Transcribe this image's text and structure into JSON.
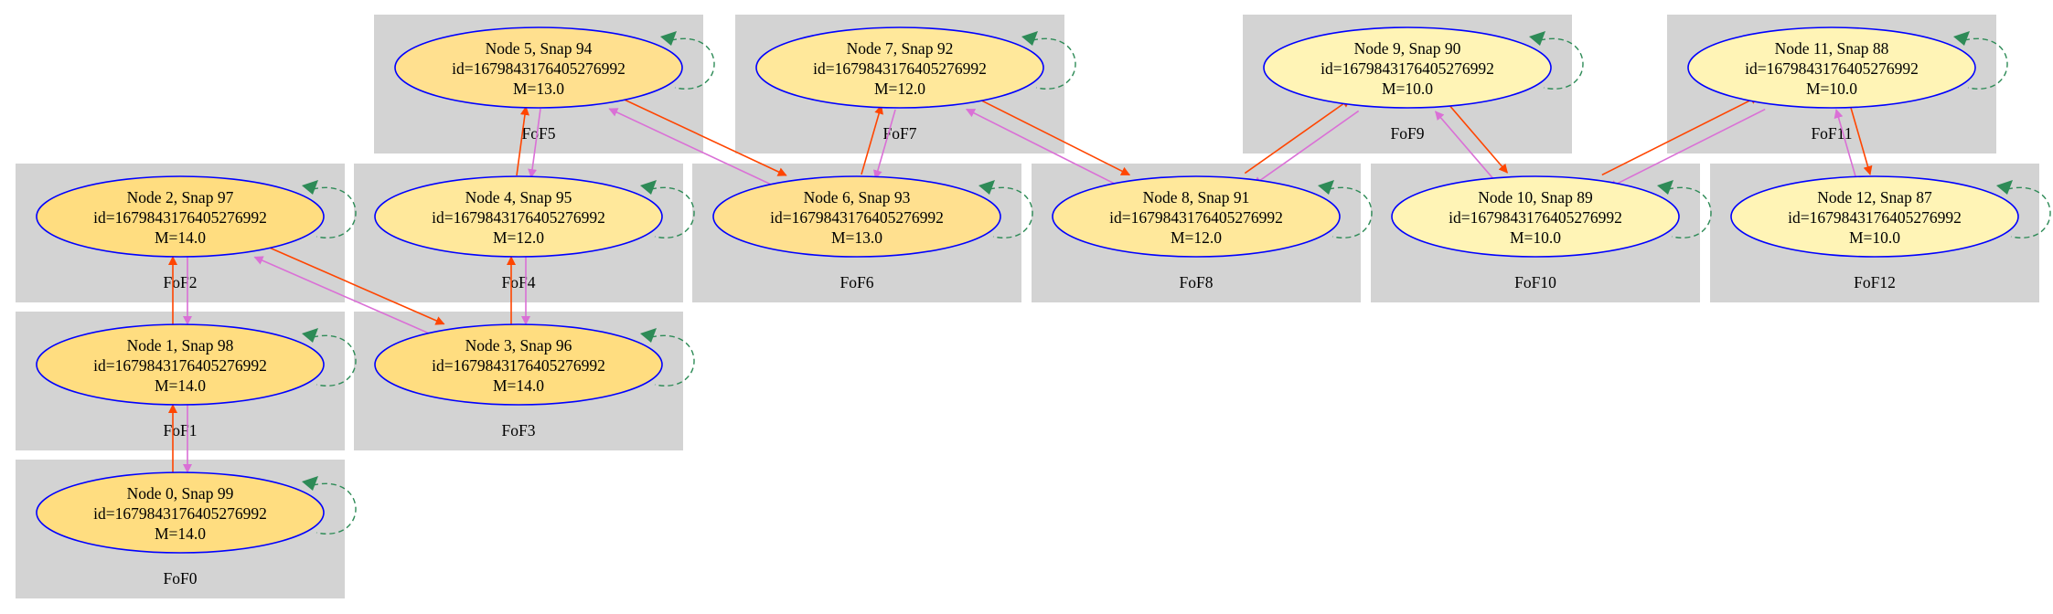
{
  "colors": {
    "cluster_fill": "#d3d3d3",
    "node_stroke": "#0000ff",
    "edge_descendant": "#da70d6",
    "edge_progenitor": "#ff4500",
    "edge_self_loop": "#2e8b57",
    "node_fill_mass_14": "#ffdd80",
    "node_fill_mass_13": "#ffe08f",
    "node_fill_mass_12": "#ffe89b",
    "node_fill_mass_10": "#fff4b6"
  },
  "clusters": [
    {
      "id": 0,
      "label": "FoF0"
    },
    {
      "id": 1,
      "label": "FoF1"
    },
    {
      "id": 2,
      "label": "FoF2"
    },
    {
      "id": 3,
      "label": "FoF3"
    },
    {
      "id": 4,
      "label": "FoF4"
    },
    {
      "id": 5,
      "label": "FoF5"
    },
    {
      "id": 6,
      "label": "FoF6"
    },
    {
      "id": 7,
      "label": "FoF7"
    },
    {
      "id": 8,
      "label": "FoF8"
    },
    {
      "id": 9,
      "label": "FoF9"
    },
    {
      "id": 10,
      "label": "FoF10"
    },
    {
      "id": 11,
      "label": "FoF11"
    },
    {
      "id": 12,
      "label": "FoF12"
    }
  ],
  "nodes": [
    {
      "node": 0,
      "cluster": 0,
      "line1": "Node 0, Snap 99",
      "line2": "id=1679843176405276992",
      "line3": "M=14.0",
      "mass": 14.0
    },
    {
      "node": 1,
      "cluster": 1,
      "line1": "Node 1, Snap 98",
      "line2": "id=1679843176405276992",
      "line3": "M=14.0",
      "mass": 14.0
    },
    {
      "node": 2,
      "cluster": 2,
      "line1": "Node 2, Snap 97",
      "line2": "id=1679843176405276992",
      "line3": "M=14.0",
      "mass": 14.0
    },
    {
      "node": 3,
      "cluster": 3,
      "line1": "Node 3, Snap 96",
      "line2": "id=1679843176405276992",
      "line3": "M=14.0",
      "mass": 14.0
    },
    {
      "node": 4,
      "cluster": 4,
      "line1": "Node 4, Snap 95",
      "line2": "id=1679843176405276992",
      "line3": "M=12.0",
      "mass": 12.0
    },
    {
      "node": 5,
      "cluster": 5,
      "line1": "Node 5, Snap 94",
      "line2": "id=1679843176405276992",
      "line3": "M=13.0",
      "mass": 13.0
    },
    {
      "node": 6,
      "cluster": 6,
      "line1": "Node 6, Snap 93",
      "line2": "id=1679843176405276992",
      "line3": "M=13.0",
      "mass": 13.0
    },
    {
      "node": 7,
      "cluster": 7,
      "line1": "Node 7, Snap 92",
      "line2": "id=1679843176405276992",
      "line3": "M=12.0",
      "mass": 12.0
    },
    {
      "node": 8,
      "cluster": 8,
      "line1": "Node 8, Snap 91",
      "line2": "id=1679843176405276992",
      "line3": "M=12.0",
      "mass": 12.0
    },
    {
      "node": 9,
      "cluster": 9,
      "line1": "Node 9, Snap 90",
      "line2": "id=1679843176405276992",
      "line3": "M=10.0",
      "mass": 10.0
    },
    {
      "node": 10,
      "cluster": 10,
      "line1": "Node 10, Snap 89",
      "line2": "id=1679843176405276992",
      "line3": "M=10.0",
      "mass": 10.0
    },
    {
      "node": 11,
      "cluster": 11,
      "line1": "Node 11, Snap 88",
      "line2": "id=1679843176405276992",
      "line3": "M=10.0",
      "mass": 10.0
    },
    {
      "node": 12,
      "cluster": 12,
      "line1": "Node 12, Snap 87",
      "line2": "id=1679843176405276992",
      "line3": "M=10.0",
      "mass": 10.0
    }
  ],
  "edges_descendant": [
    [
      1,
      0
    ],
    [
      2,
      1
    ],
    [
      3,
      2
    ],
    [
      4,
      3
    ],
    [
      5,
      4
    ],
    [
      6,
      5
    ],
    [
      7,
      6
    ],
    [
      8,
      7
    ],
    [
      9,
      8
    ],
    [
      10,
      9
    ],
    [
      11,
      10
    ],
    [
      12,
      11
    ]
  ],
  "edges_progenitor": [
    [
      0,
      1
    ],
    [
      1,
      2
    ],
    [
      2,
      3
    ],
    [
      3,
      4
    ],
    [
      4,
      5
    ],
    [
      5,
      6
    ],
    [
      6,
      7
    ],
    [
      7,
      8
    ],
    [
      8,
      9
    ],
    [
      9,
      10
    ],
    [
      10,
      11
    ],
    [
      11,
      12
    ]
  ],
  "self_loops": [
    0,
    1,
    2,
    3,
    4,
    5,
    6,
    7,
    8,
    9,
    10,
    11,
    12
  ]
}
